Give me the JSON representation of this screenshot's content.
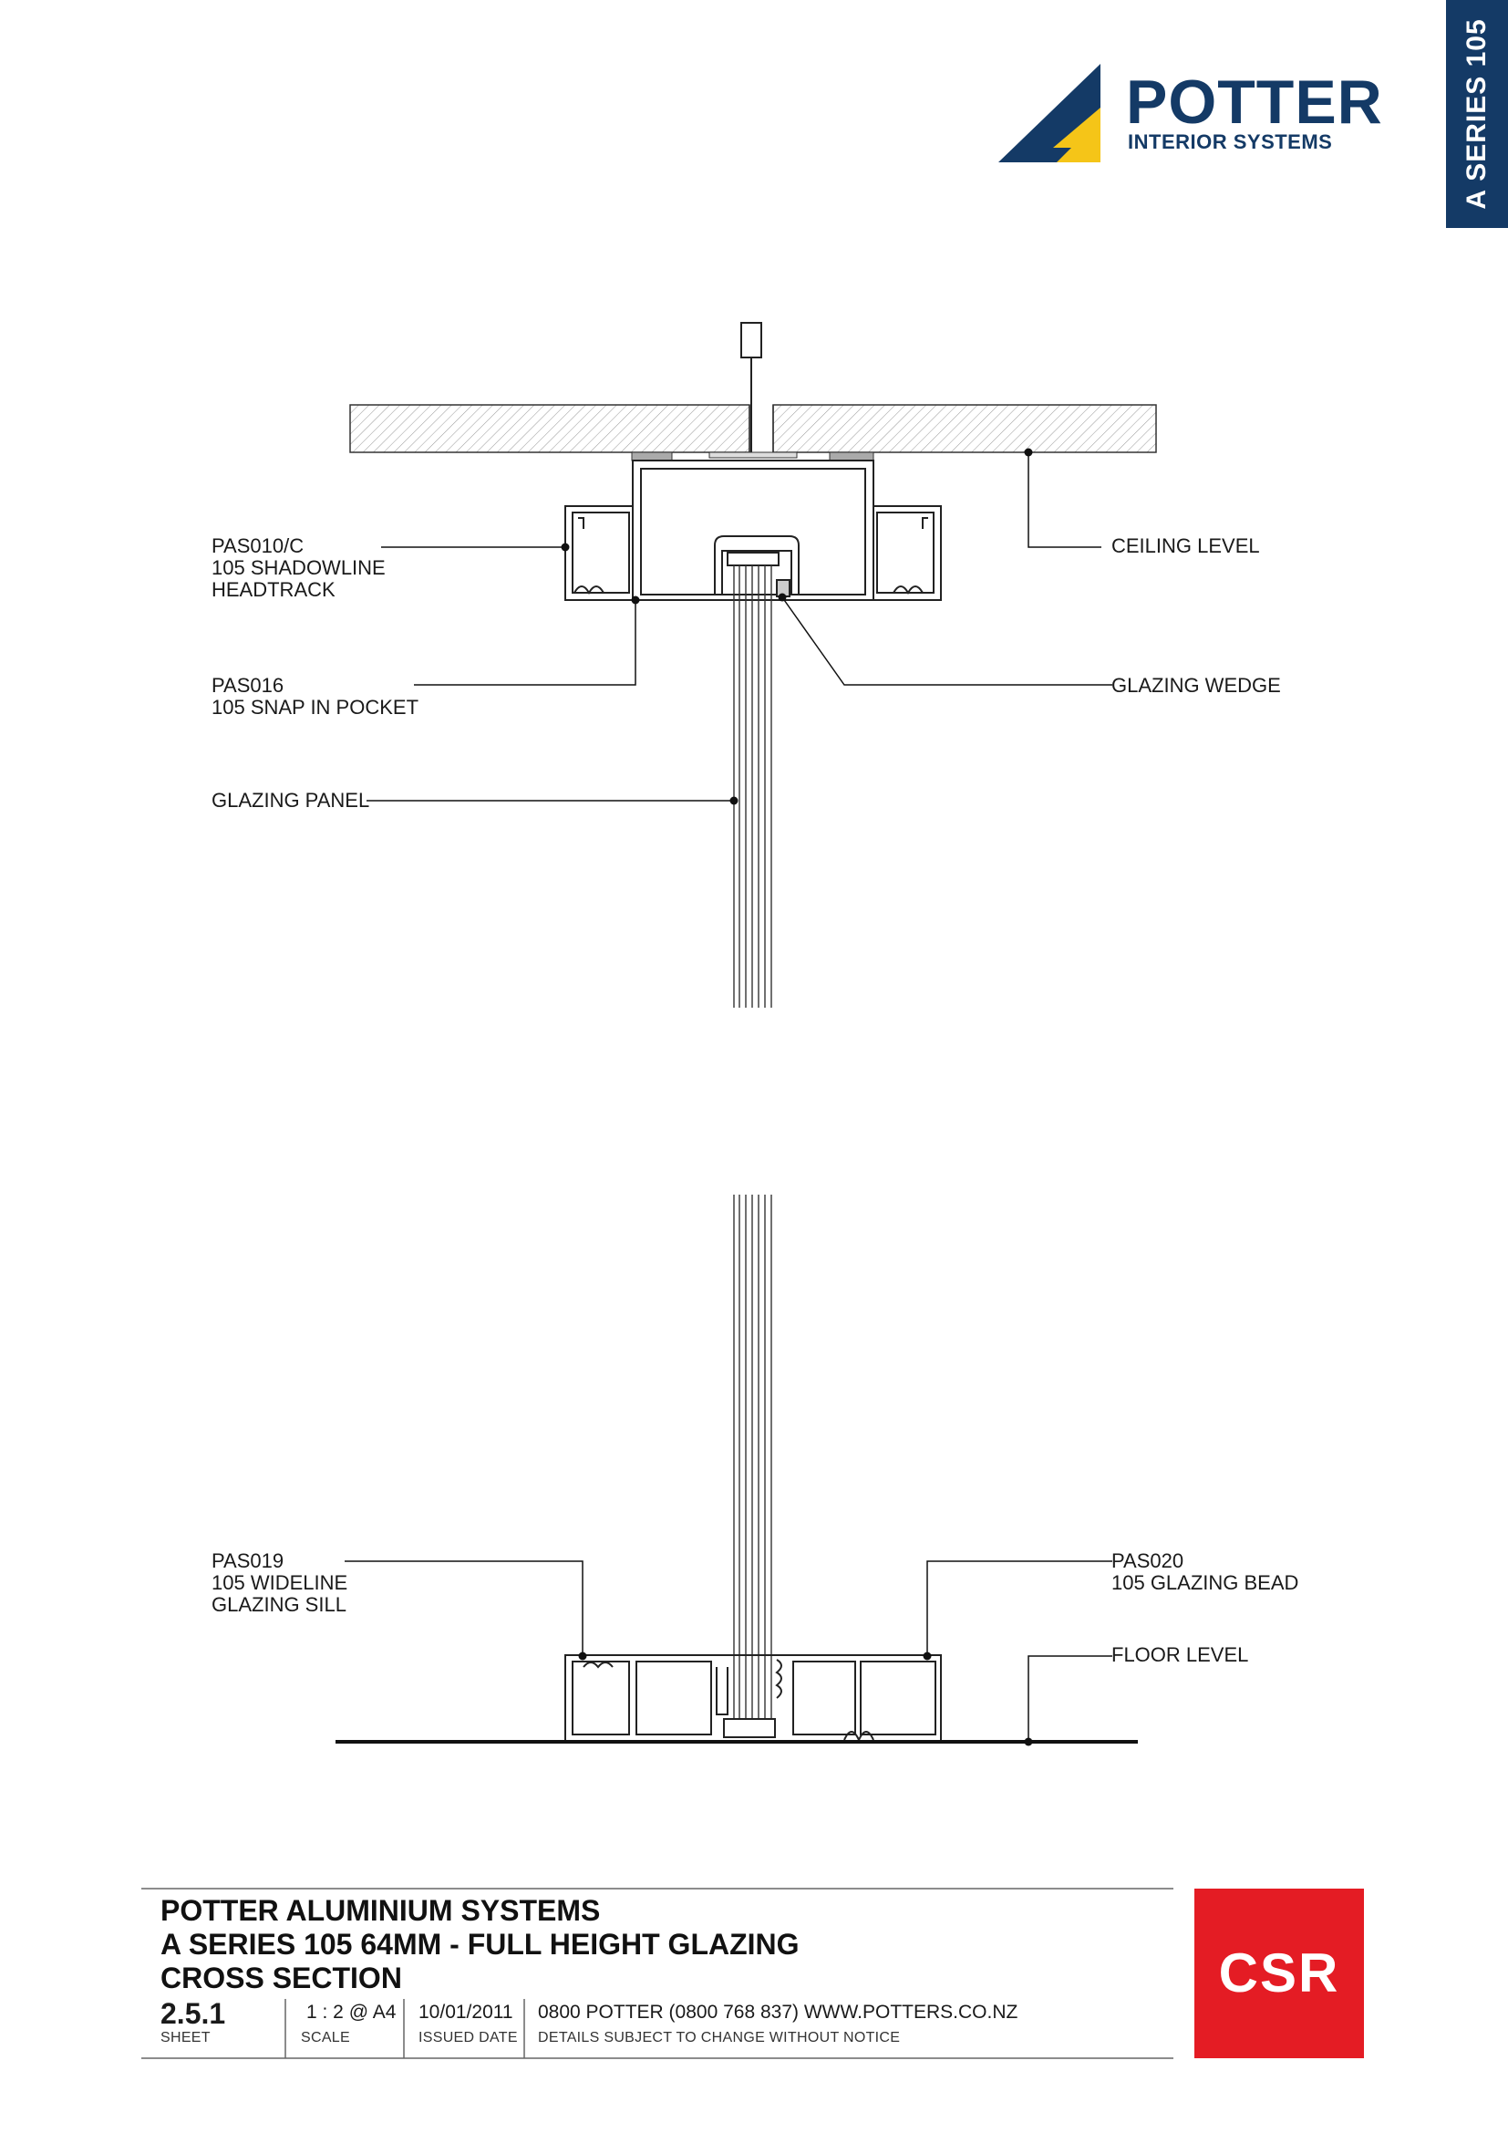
{
  "side_tab": {
    "text": "A SERIES 105"
  },
  "logo": {
    "word": "POTTER",
    "sub": "INTERIOR SYSTEMS",
    "colors": {
      "navy": "#143a66",
      "yellow": "#f5c518"
    }
  },
  "callouts": {
    "headtrack": [
      "PAS010/C",
      "105 SHADOWLINE",
      "HEADTRACK"
    ],
    "pocket": [
      "PAS016",
      "105 SNAP IN POCKET"
    ],
    "panel": [
      "GLAZING PANEL"
    ],
    "ceiling": [
      "CEILING LEVEL"
    ],
    "wedge": [
      "GLAZING WEDGE"
    ],
    "sill": [
      "PAS019",
      "105 WIDELINE",
      "GLAZING SILL"
    ],
    "bead": [
      "PAS020",
      "105 GLAZING BEAD"
    ],
    "floor": [
      "FLOOR LEVEL"
    ]
  },
  "title_block": {
    "line1": "POTTER ALUMINIUM SYSTEMS",
    "line2": "A SERIES 105 64MM - FULL HEIGHT GLAZING",
    "line3": "CROSS SECTION",
    "sheet": "2.5.1",
    "sheet_label": "SHEET",
    "scale": "1 : 2 @ A4",
    "scale_label": "SCALE",
    "date": "10/01/2011",
    "date_label": "ISSUED DATE",
    "contact": "0800 POTTER (0800 768 837) WWW.POTTERS.CO.NZ",
    "notice": "DETAILS SUBJECT TO CHANGE WITHOUT NOTICE"
  },
  "brand": {
    "csr": "CSR",
    "csr_color": "#e41c24"
  }
}
